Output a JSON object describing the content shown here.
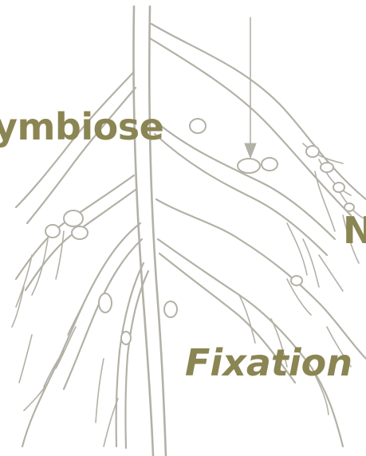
{
  "labels": {
    "symbiose": "ymbiose",
    "fixation": "Fixation",
    "n_partial": "N"
  },
  "colors": {
    "label_text": "#8b8553",
    "root_line": "#b3b1a6",
    "background": "#ffffff"
  }
}
